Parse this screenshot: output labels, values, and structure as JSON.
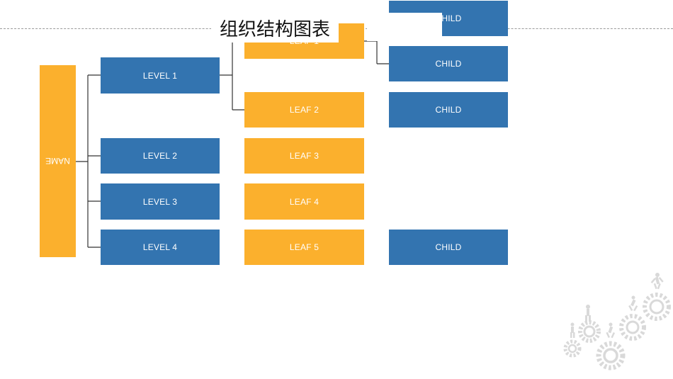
{
  "title": "组织结构图表",
  "root": {
    "label": "NAME"
  },
  "levels": [
    {
      "label": "LEVEL 1"
    },
    {
      "label": "LEVEL 2"
    },
    {
      "label": "LEVEL 3"
    },
    {
      "label": "LEVEL 4"
    }
  ],
  "leaves": [
    {
      "label": "LEAF 1"
    },
    {
      "label": "LEAF 2"
    },
    {
      "label": "LEAF 3"
    },
    {
      "label": "LEAF 4"
    },
    {
      "label": "LEAF 5"
    }
  ],
  "children": [
    {
      "label": "CHILD"
    },
    {
      "label": "CHILD"
    },
    {
      "label": "CHILD"
    },
    {
      "label": "CHILD"
    }
  ],
  "colors": {
    "blue": "#3374b0",
    "orange": "#fbb02d",
    "gear": "#d9d9d9"
  },
  "decoration": {
    "icon": "gears-and-runners-icon"
  }
}
